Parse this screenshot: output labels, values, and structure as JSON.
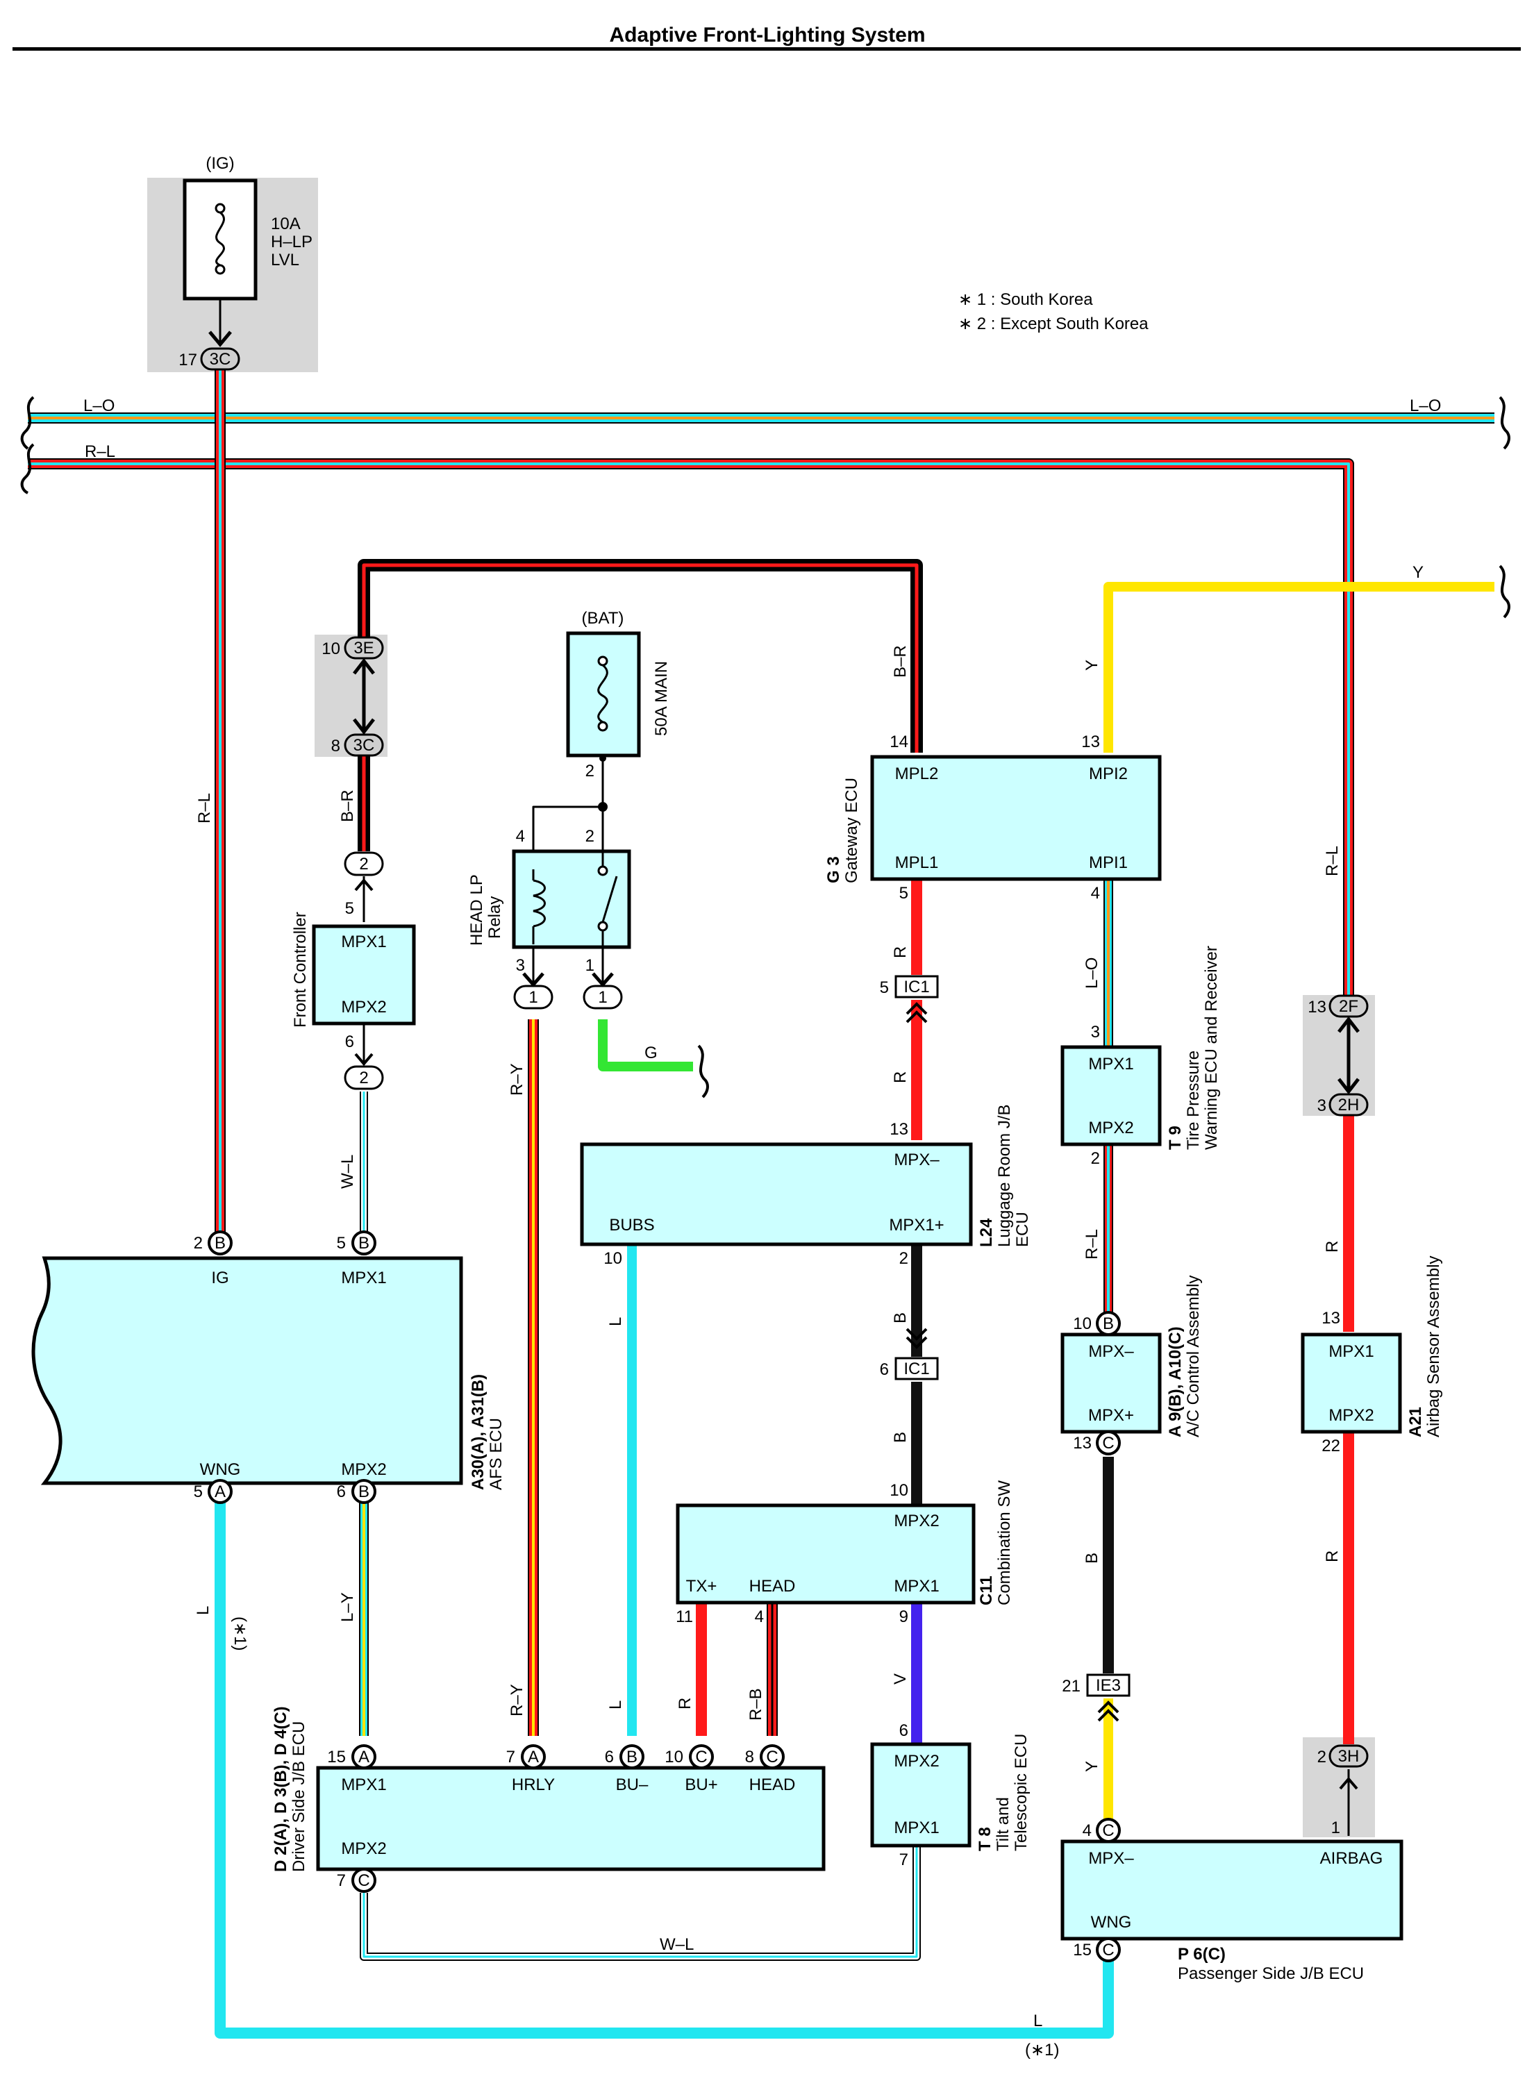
{
  "title": "Adaptive Front-Lighting System",
  "notes": [
    "∗ 1 : South Korea",
    "∗ 2 : Except South Korea"
  ],
  "colors": {
    "R": "#ff1a1a",
    "L": "#22e6f0",
    "O": "#ff9a1a",
    "Y": "#ffe600",
    "B": "#111111",
    "G": "#33e633",
    "V": "#4422ee",
    "W": "#ffffff",
    "component_fill": "#ccffff",
    "connector_gray": "#d7d7d7"
  },
  "components": {
    "ig_fuse": {
      "supply": "(IG)",
      "rating": "10A",
      "name1": "H–LP",
      "name2": "LVL"
    },
    "bat_fuse": {
      "supply": "(BAT)",
      "name": "50A MAIN"
    },
    "relay": {
      "name1": "HEAD LP",
      "name2": "Relay"
    },
    "front_controller": {
      "name": "Front Controller",
      "pin1": "MPX1",
      "pin2": "MPX2"
    },
    "afs_ecu": {
      "code": "A30(A), A31(B)",
      "name": "AFS ECU",
      "ig": "IG",
      "mpx1": "MPX1",
      "wng": "WNG",
      "mpx2": "MPX2"
    },
    "gateway": {
      "code": "G 3",
      "name": "Gateway ECU",
      "mpl2": "MPL2",
      "mpi2": "MPI2",
      "mpl1": "MPL1",
      "mpi1": "MPI1"
    },
    "luggage": {
      "code": "L24",
      "name1": "Luggage Room J/B",
      "name2": "ECU",
      "mpxm": "MPX–",
      "bubs": "BUBS",
      "mpx1p": "MPX1+"
    },
    "tire": {
      "code": "T 9",
      "name1": "Tire Pressure",
      "name2": "Warning ECU and Receiver",
      "mpx1": "MPX1",
      "mpx2": "MPX2"
    },
    "ac": {
      "code": "A 9(B), A10(C)",
      "name": "A/C Control Assembly",
      "mpxm": "MPX–",
      "mpxp": "MPX+"
    },
    "airbag": {
      "code": "A21",
      "name": "Airbag Sensor Assembly",
      "mpx1": "MPX1",
      "mpx2": "MPX2"
    },
    "combo": {
      "code": "C11",
      "name": "Combination SW",
      "mpx2": "MPX2",
      "tx": "TX+",
      "head": "HEAD",
      "mpx1": "MPX1"
    },
    "driver_jb": {
      "code": "D 2(A), D 3(B), D 4(C)",
      "name": "Driver Side J/B ECU",
      "mpx1": "MPX1",
      "hrly": "HRLY",
      "bum": "BU–",
      "bup": "BU+",
      "head": "HEAD",
      "mpx2": "MPX2"
    },
    "tilt": {
      "code": "T 8",
      "name1": "Tilt and",
      "name2": "Telescopic ECU",
      "mpx2": "MPX2",
      "mpx1": "MPX1"
    },
    "passenger_jb": {
      "code": "P 6(C)",
      "name": "Passenger Side J/B ECU",
      "mpxm": "MPX–",
      "airbag": "AIRBAG",
      "wng": "WNG"
    }
  },
  "connectors": {
    "c3c_top": "3C",
    "c3e": "3E",
    "c3c_mid": "3C",
    "c2a": "2",
    "c2b": "2",
    "relay_1a": "1",
    "relay_1b": "1",
    "ic1_a": "IC1",
    "ic1_b": "IC1",
    "c2f": "2F",
    "c2h": "2H",
    "ie3": "IE3",
    "c3h": "3H",
    "afs_b1": "B",
    "afs_b2": "B",
    "afs_a": "A",
    "afs_b3": "B",
    "drv_a1": "A",
    "drv_a2": "A",
    "drv_b": "B",
    "drv_c1": "C",
    "drv_c2": "C",
    "drv_c3": "C",
    "ac_b": "B",
    "ac_c": "C",
    "pas_c1": "C",
    "pas_c2": "C"
  },
  "pins": {
    "p17": "17",
    "p10a": "10",
    "p8": "8",
    "p5fc": "5",
    "p6fc": "6",
    "p4r": "4",
    "p2r": "2",
    "p2f": "2",
    "p3r": "3",
    "p1r": "1",
    "p2afs": "2",
    "p5afs": "5",
    "p5wng": "5",
    "p6afs": "6",
    "p14": "14",
    "p13gw": "13",
    "p5gw": "5",
    "p4gw": "4",
    "p5ic": "5",
    "p13lug": "13",
    "p10lug": "10",
    "p2lug": "2",
    "p6ic": "6",
    "p3tire": "3",
    "p2tire": "2",
    "p10ac": "10",
    "p13ac": "13",
    "p13af": "13",
    "p3af": "3",
    "p13ab": "13",
    "p22ab": "22",
    "p10cb": "10",
    "p11cb": "11",
    "p4cb": "4",
    "p9cb": "9",
    "p6tt": "6",
    "p7tt": "7",
    "p21ie": "21",
    "p2h": "2",
    "p1h": "1",
    "p4pas": "4",
    "p15pas": "15",
    "p15drv": "15",
    "p7drv": "7",
    "p6drv": "6",
    "p10drv": "10",
    "p8drv": "8",
    "p7c": "7"
  },
  "wire_labels": {
    "lo_l": "L–O",
    "lo_r": "L–O",
    "rl_top": "R–L",
    "y_top": "Y",
    "rl_left": "R–L",
    "br_left": "B–R",
    "wl_fc": "W–L",
    "br_top": "B–R",
    "y_gw": "Y",
    "r_gw": "R",
    "r_ic": "R",
    "lo_gw": "L–O",
    "rl_ac": "R–L",
    "rl_right": "R–L",
    "r_ab1": "R",
    "r_ab2": "R",
    "g": "G",
    "ry1": "R–Y",
    "l_lug": "L",
    "b_lug1": "B",
    "b_lug2": "B",
    "b_ac": "B",
    "l_afs": "L",
    "ly": "L–Y",
    "ry2": "R–Y",
    "l_bum": "L",
    "r_bu": "R",
    "rb": "R–B",
    "v": "V",
    "y_ie": "Y",
    "wl_bottom": "W–L",
    "l_bottom": "L"
  },
  "footnotes": {
    "star1_a": "(∗1)",
    "star1_b": "(∗1)"
  }
}
